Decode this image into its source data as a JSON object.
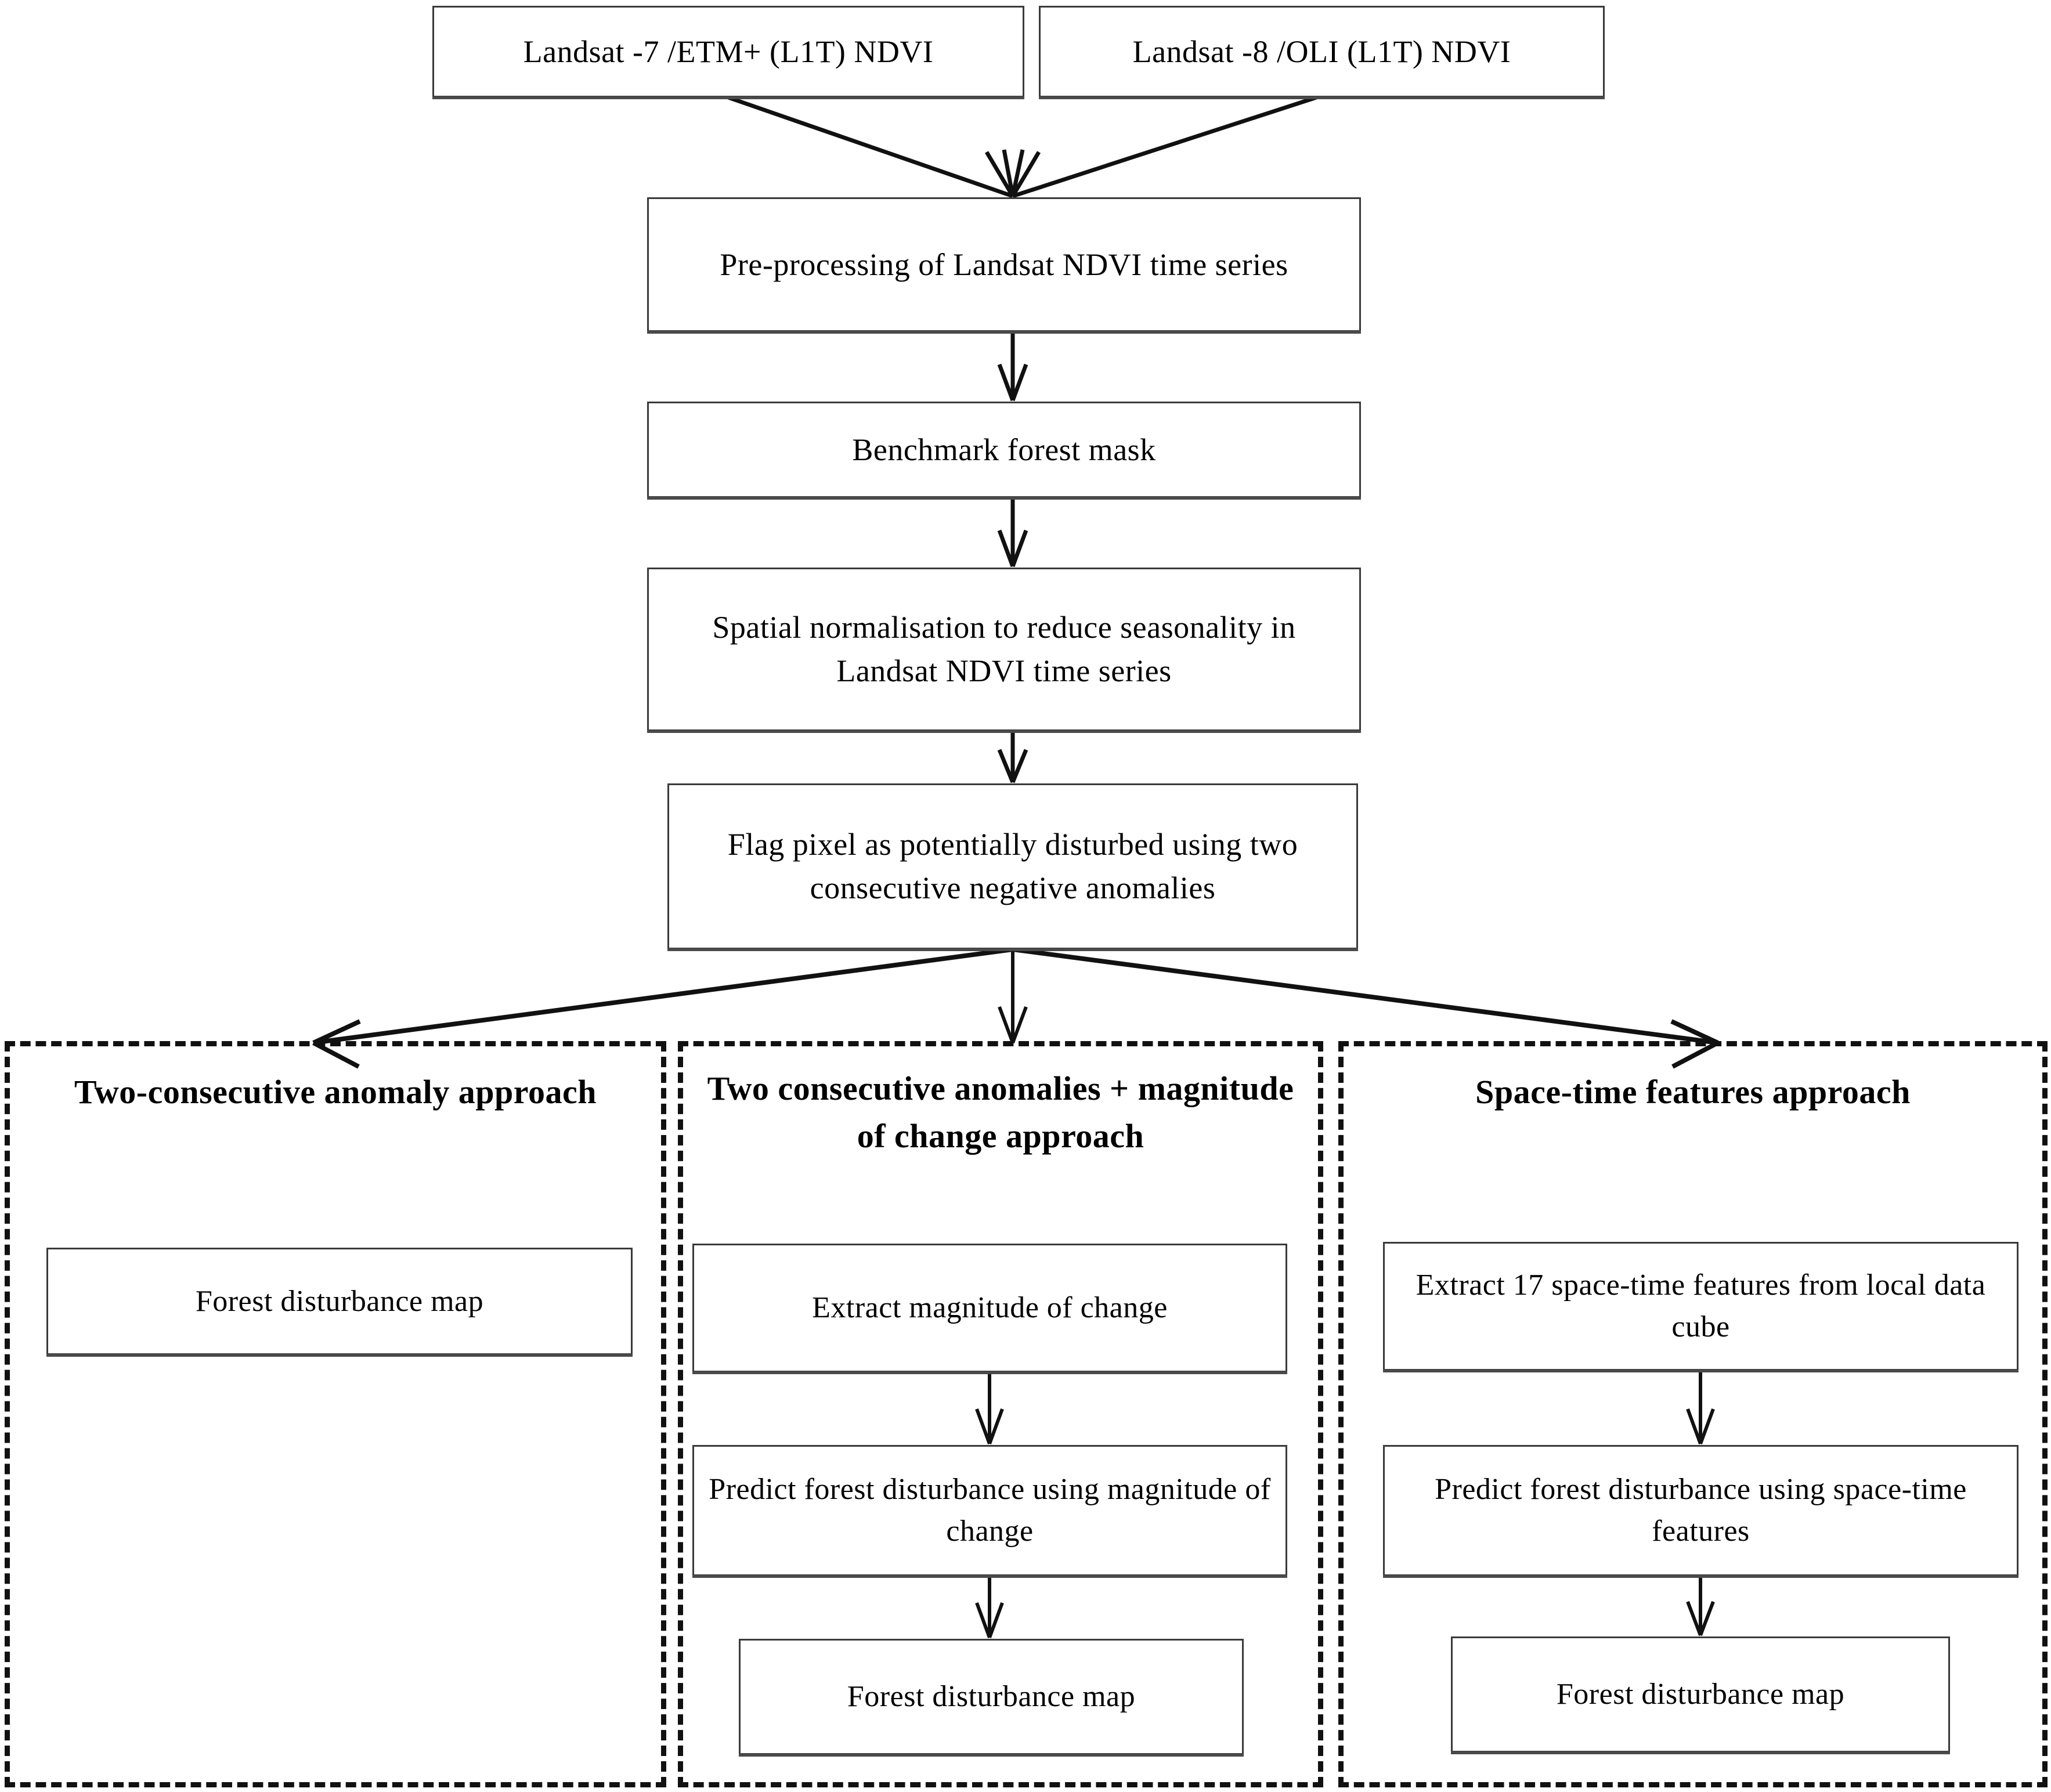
{
  "diagram": {
    "title_semantics": "forest-disturbance-detection-workflow",
    "nodes": {
      "landsat7": "Landsat -7 /ETM+ (L1T) NDVI",
      "landsat8": "Landsat -8 /OLI (L1T) NDVI",
      "preprocessing": "Pre-processing of Landsat NDVI time series",
      "benchmark_mask": "Benchmark forest mask",
      "spatial_normalisation": "Spatial normalisation to reduce seasonality in Landsat NDVI time series",
      "flag_pixel": "Flag pixel as potentially disturbed using two consecutive negative anomalies"
    },
    "panels": [
      {
        "id": "two-consecutive-anomaly",
        "title": "Two-consecutive anomaly approach",
        "boxes": [
          "Forest disturbance map"
        ]
      },
      {
        "id": "two-consecutive-anomalies-plus-magnitude",
        "title": "Two consecutive anomalies + magnitude of change approach",
        "boxes": [
          "Extract magnitude of change",
          "Predict forest disturbance using magnitude of change",
          "Forest disturbance map"
        ]
      },
      {
        "id": "space-time-features",
        "title": "Space-time features approach",
        "boxes": [
          "Extract 17  space-time features from local data cube",
          "Predict forest disturbance using space-time features",
          "Forest disturbance map"
        ]
      }
    ],
    "colors": {
      "stroke": "#111111",
      "box_border": "#3a3a3a",
      "background": "#ffffff"
    }
  }
}
